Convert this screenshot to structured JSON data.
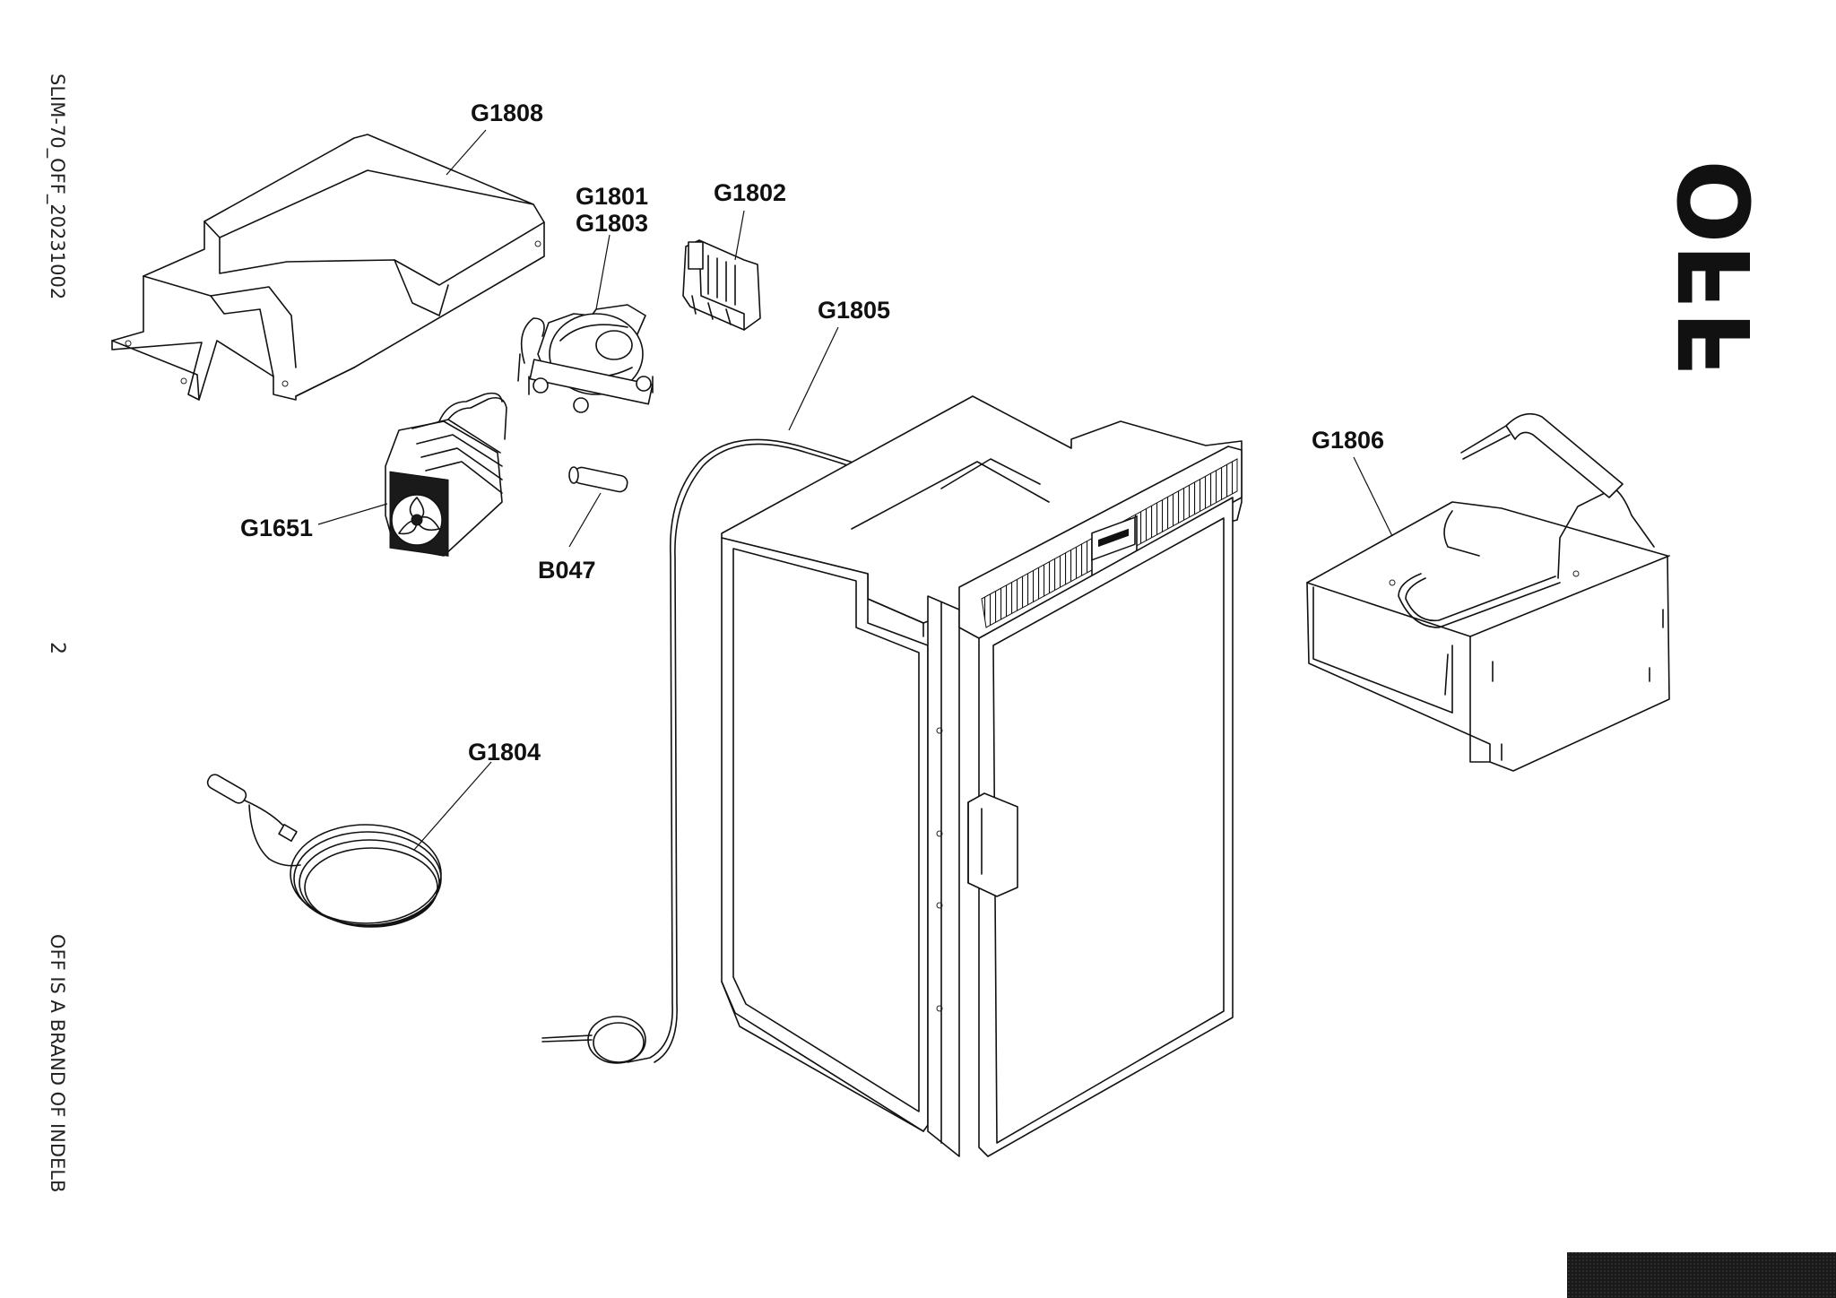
{
  "document": {
    "side_code": "SLIM-70_OFF_20231002",
    "page_number": "2",
    "brand_note": "OFF IS A BRAND OF INDELB",
    "logo_text": "OFF"
  },
  "callouts": [
    {
      "id": "g1808",
      "text": "G1808"
    },
    {
      "id": "g1801",
      "text": "G1801"
    },
    {
      "id": "g1803",
      "text": "G1803"
    },
    {
      "id": "g1802",
      "text": "G1802"
    },
    {
      "id": "g1805",
      "text": "G1805"
    },
    {
      "id": "g1806",
      "text": "G1806"
    },
    {
      "id": "g1651",
      "text": "G1651"
    },
    {
      "id": "b047",
      "text": "B047"
    },
    {
      "id": "g1804",
      "text": "G1804"
    }
  ],
  "colors": {
    "ink": "#111111",
    "paper": "#ffffff",
    "band": "#1a1a1a"
  }
}
